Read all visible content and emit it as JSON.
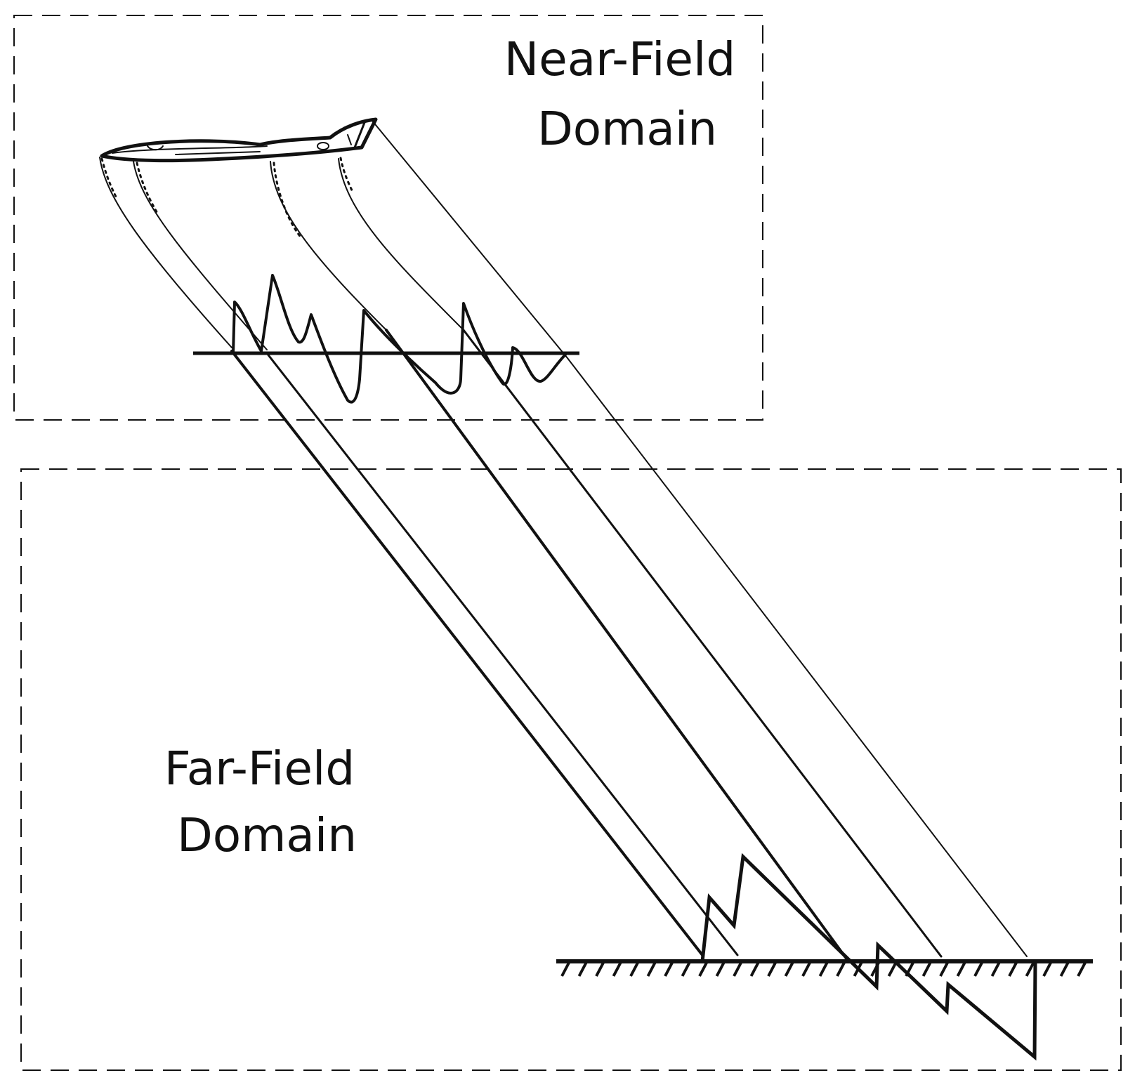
{
  "near_field": {
    "label_line1": "Near-Field",
    "label_line2": "Domain"
  },
  "far_field": {
    "label_line1": "Far-Field",
    "label_line2": "Domain"
  },
  "colors": {
    "ink": "#111111",
    "background": "#ffffff"
  }
}
